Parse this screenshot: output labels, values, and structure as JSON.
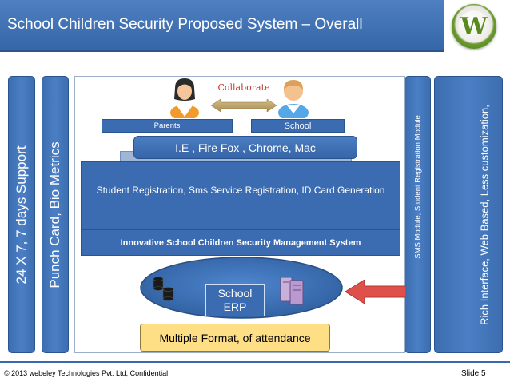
{
  "header": {
    "title": "School Children Security  Proposed System – Overall"
  },
  "logo": {
    "letter": "W",
    "icon": "webeley-logo"
  },
  "left_bars": [
    {
      "label": "24 X 7, 7 days Support"
    },
    {
      "label": "Punch Card, Bio Metrics"
    }
  ],
  "right_bars": [
    {
      "label": "SMS Module, Student Registration Module"
    },
    {
      "label": "Rich Interface, Web Based, Less customization,"
    }
  ],
  "diagram": {
    "collaborate": "Collaborate",
    "parents_label": "Parents",
    "school_label": "School",
    "browsers": "I.E , Fire Fox , Chrome, Mac",
    "services": "Student Registration, Sms Service Registration, ID Card Generation",
    "system_name": "Innovative  School Children Security Management System",
    "erp_label": "School ERP",
    "attendance": "Multiple Format, of attendance"
  },
  "colors": {
    "primary_blue": "#3b6bb0",
    "arrow_red": "#e0504a",
    "attendance_fill": "#ffdf86",
    "parent_orange": "#f19a2e",
    "school_blue": "#56a7e8"
  },
  "footer": {
    "copyright": "© 2013 webeley Technologies Pvt. Ltd, Confidential",
    "slide": "Slide 5"
  }
}
